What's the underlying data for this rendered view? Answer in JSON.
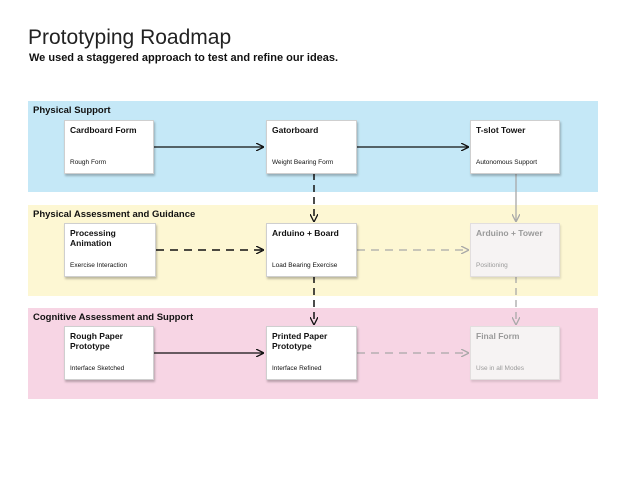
{
  "title": "Prototyping Roadmap",
  "subtitle": "We used a staggered approach to test and refine our ideas.",
  "colors": {
    "band_blue": "#c5e8f7",
    "band_yellow": "#fdf7d3",
    "band_pink": "#f7d5e4",
    "arrow_dark": "#111111",
    "arrow_light": "#a8a8a8"
  },
  "bands": [
    {
      "label": "Physical Support"
    },
    {
      "label": "Physical Assessment and Guidance"
    },
    {
      "label": "Cognitive Assessment and Support"
    }
  ],
  "boxes": {
    "cardboard_form": {
      "title": "Cardboard Form",
      "sub": "Rough Form"
    },
    "gatorboard": {
      "title": "Gatorboard",
      "sub": "Weight Bearing Form"
    },
    "tslot_tower": {
      "title": "T-slot Tower",
      "sub": "Autonomous Support"
    },
    "processing_animation": {
      "title": "Processing Animation",
      "sub": "Exercise Interaction"
    },
    "arduino_board": {
      "title": "Arduino + Board",
      "sub": "Load Bearing Exercise"
    },
    "arduino_tower": {
      "title": "Arduino + Tower",
      "sub": "Positioning"
    },
    "rough_paper": {
      "title": "Rough Paper Prototype",
      "sub": "Interface Sketched"
    },
    "printed_paper": {
      "title": "Printed Paper Prototype",
      "sub": "Interface Refined"
    },
    "final_form": {
      "title": "Final Form",
      "sub": "Use in all Modes"
    }
  }
}
